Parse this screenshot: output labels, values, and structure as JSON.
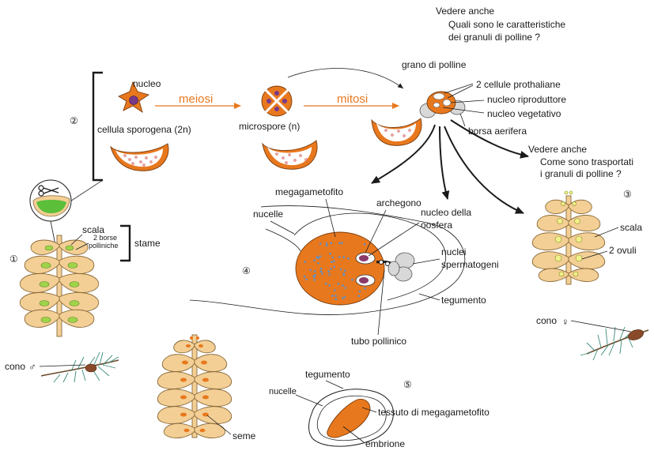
{
  "see_also_1": {
    "heading": "Vedere anche",
    "line1": "Quali sono le caratteristiche",
    "line2": "dei granuli di polline ?"
  },
  "see_also_2": {
    "heading": "Vedere anche",
    "line1": "Come sono trasportati",
    "line2": "i granuli di polline ?"
  },
  "steps": {
    "one": "①",
    "two": "②",
    "three": "③",
    "four": "④",
    "five": "⑤"
  },
  "labels": {
    "nucleo": "nucleo",
    "cellula_sporogena": "cellula sporogena (2n)",
    "meiosi": "meiosi",
    "microspore": "microspore (n)",
    "mitosi": "mitosi",
    "grano_di_polline": "grano di polline",
    "cellule_prothaliane": "2 cellule prothaliane",
    "nucleo_riproduttore": "nucleo  riproduttore",
    "nucleo_vegetativo": "nucleo vegetativo",
    "borsa_aerifera": "borsa aerifera",
    "megagametofito": "megagametofito",
    "archegono": "archegono",
    "nucleo_oosfera_1": "nucleo della",
    "nucleo_oosfera_2": "oosfera",
    "nucelle": "nucelle",
    "nuclei_spermatogeni_1": "nuclei",
    "nuclei_spermatogeni_2": "spermatogeni",
    "tegumento": "tegumento",
    "tubo_pollinico": "tubo pollinico",
    "scala": "scala",
    "borse_polliniche_1": "2 borse",
    "borse_polliniche_2": "polliniche",
    "stame": "stame",
    "cono_maschile": "cono",
    "male_symbol": "♂",
    "scala_f": "scala",
    "ovuli": "2 ovuli",
    "cono_femminile": "cono",
    "female_symbol": "♀",
    "seme": "seme",
    "tegumento_seed": "tegumento",
    "nucelle_seed": "nucelle",
    "tessuto_megagametofito": "tessuto di megagametofito",
    "embrione": "embrione"
  },
  "icons": {
    "scissors": "scissors-icon"
  },
  "colors": {
    "scale_fill": "#f3cf95",
    "orange": "#e8781e",
    "green": "#9fd44a",
    "ovule_yellow": "#f0f08a",
    "dot_blue": "#5b8fc9"
  }
}
